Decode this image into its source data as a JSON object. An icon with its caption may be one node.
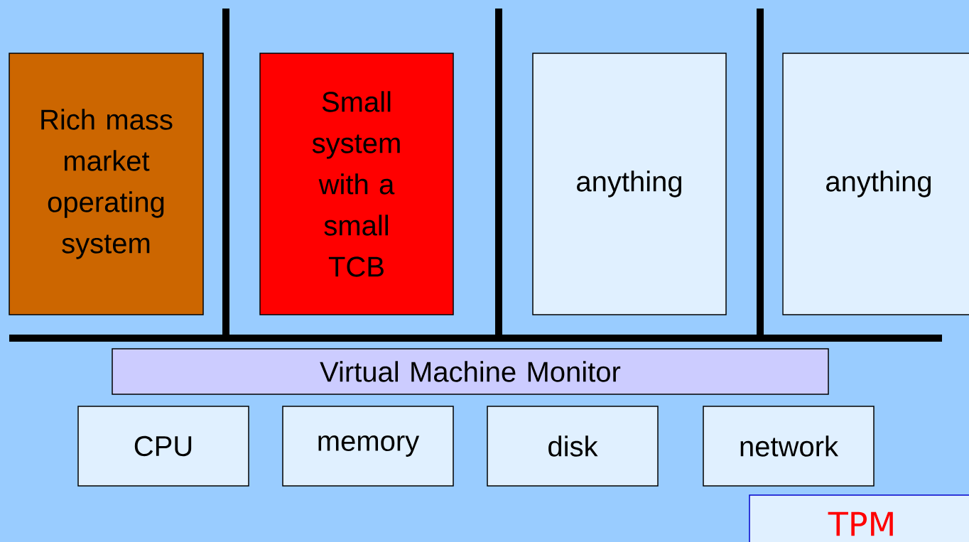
{
  "diagram": {
    "nodes": [
      {
        "text": [
          "Rich mass market operating system"
        ]
      },
      {
        "text": [
          "Small system with a small TCB"
        ]
      },
      {
        "text": [
          "anything"
        ]
      },
      {
        "text": [
          "anything"
        ]
      },
      {
        "text": [
          "Virtual Machine Monitor"
        ]
      },
      {
        "text": [
          "CPU"
        ]
      },
      {
        "text": [
          "memory"
        ]
      },
      {
        "text": [
          "disk"
        ]
      },
      {
        "text": [
          "network"
        ]
      },
      {
        "text": [
          "TPM"
        ]
      }
    ]
  }
}
